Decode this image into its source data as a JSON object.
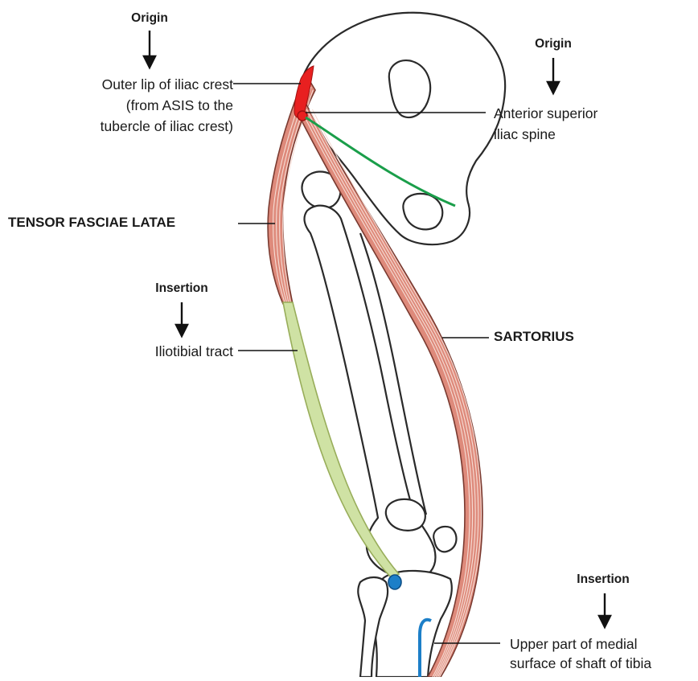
{
  "labels": {
    "tfl_origin_heading": "Origin",
    "tfl_origin_text": [
      "Outer lip of iliac crest",
      "(from ASIS to the",
      "tubercle of iliac crest)"
    ],
    "sartorius_origin_heading": "Origin",
    "sartorius_origin_text": [
      "Anterior superior",
      "iliac spine"
    ],
    "tfl_muscle": "TENSOR FASCIAE LATAE",
    "tfl_insertion_heading": "Insertion",
    "tfl_insertion_text": "Iliotibial tract",
    "sartorius_muscle": "SARTORIUS",
    "sartorius_insertion_heading": "Insertion",
    "sartorius_insertion_text": [
      "Upper part of medial",
      "surface of shaft of tibia"
    ]
  },
  "colors": {
    "muscle_fill": "#de8a7b",
    "muscle_fiber": "#f6ddd5",
    "origin_red": "#e82020",
    "iliotibial_tract": "#cfe2a4",
    "iliotibial_edge": "#98ad5a",
    "ligament_green": "#1a9e4a",
    "insertion_blue": "#1c7fc8",
    "bone_outline": "#2a2a2a"
  }
}
